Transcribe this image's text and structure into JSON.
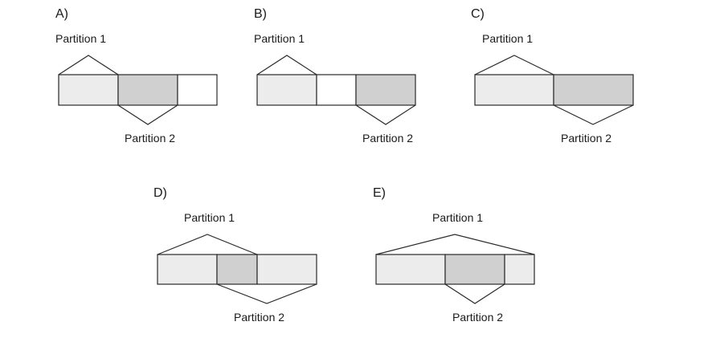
{
  "colors": {
    "stroke": "#2a2a2a",
    "fill_light": "#ececec",
    "fill_dark": "#d0d0d0",
    "fill_white": "#ffffff",
    "text": "#1a1a1a"
  },
  "panels": [
    {
      "letter": "A)",
      "partition_1": "Partition 1",
      "partition_2": "Partition 2"
    },
    {
      "letter": "B)",
      "partition_1": "Partition 1",
      "partition_2": "Partition 2"
    },
    {
      "letter": "C)",
      "partition_1": "Partition 1",
      "partition_2": "Partition 2"
    },
    {
      "letter": "D)",
      "partition_1": "Partition 1",
      "partition_2": "Partition 2"
    },
    {
      "letter": "E)",
      "partition_1": "Partition 1",
      "partition_2": "Partition 2"
    }
  ]
}
